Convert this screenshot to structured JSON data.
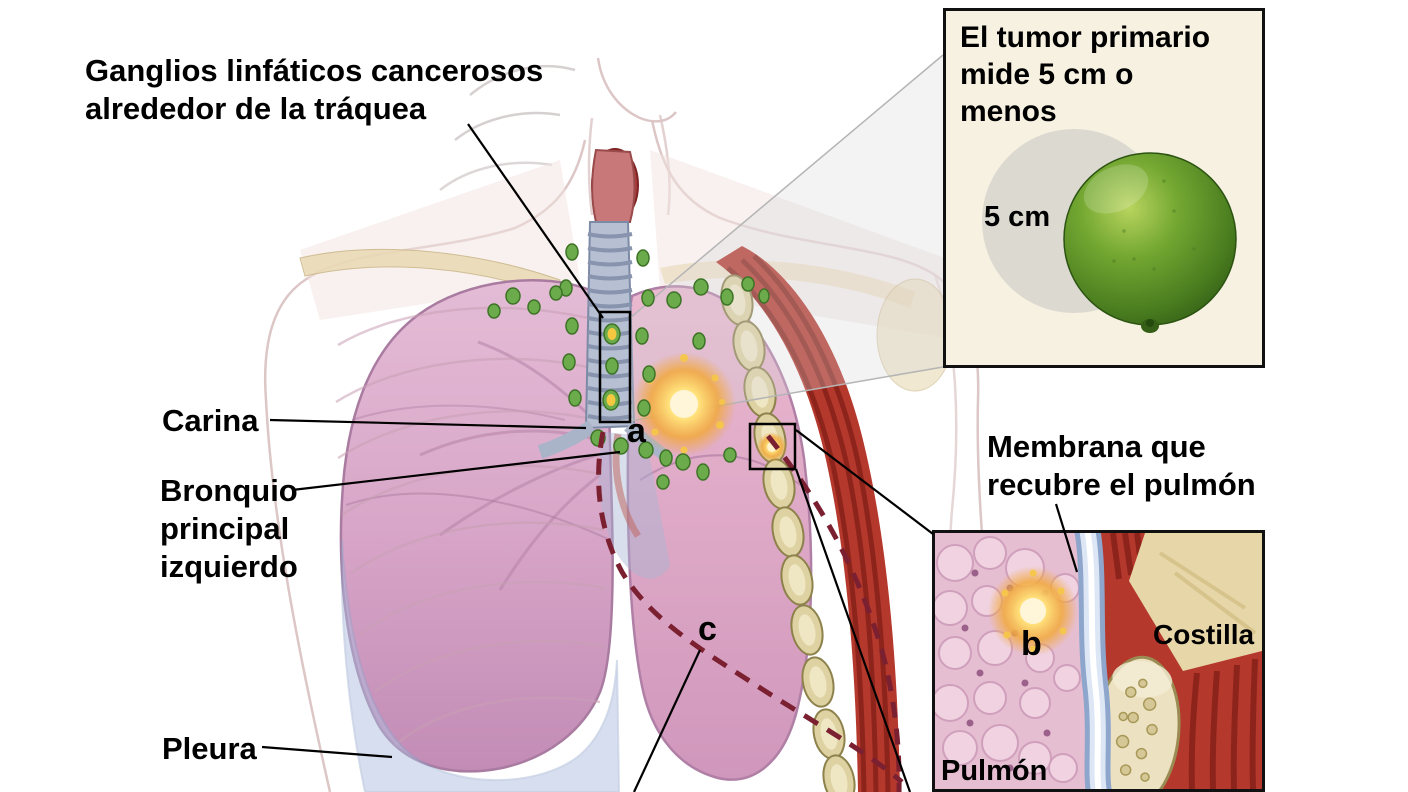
{
  "labels": {
    "ganglios": [
      "Ganglios linfáticos cancerosos",
      "alrededor de la tráquea"
    ],
    "carina": "Carina",
    "bronquio": [
      "Bronquio",
      "principal",
      "izquierdo"
    ],
    "pleura": "Pleura",
    "marker_a": "a",
    "marker_c": "c",
    "membrana": [
      "Membrana que",
      "recubre el pulmón"
    ]
  },
  "tumor_inset": {
    "title": [
      "El tumor primario",
      "mide 5 cm o",
      "menos"
    ],
    "size_label": "5 cm"
  },
  "rib_inset": {
    "marker_b": "b",
    "rib_label": "Costilla",
    "lung_label": "Pulmón"
  },
  "colors": {
    "background": "#ffffff",
    "inset_background": "#f6f1e0",
    "label_text": "#000000",
    "lime_green": "#4e8a1e",
    "lymph_node_green": "#6cab4b",
    "tumor_yellow": "#ffdf7a",
    "lung_pink": "#dba8c6",
    "pleura_blue": "#aebfe0",
    "muscle_red": "#b5382d",
    "bone_tan": "#ded2a2",
    "dashed_outline_maroon": "#7a2030"
  }
}
